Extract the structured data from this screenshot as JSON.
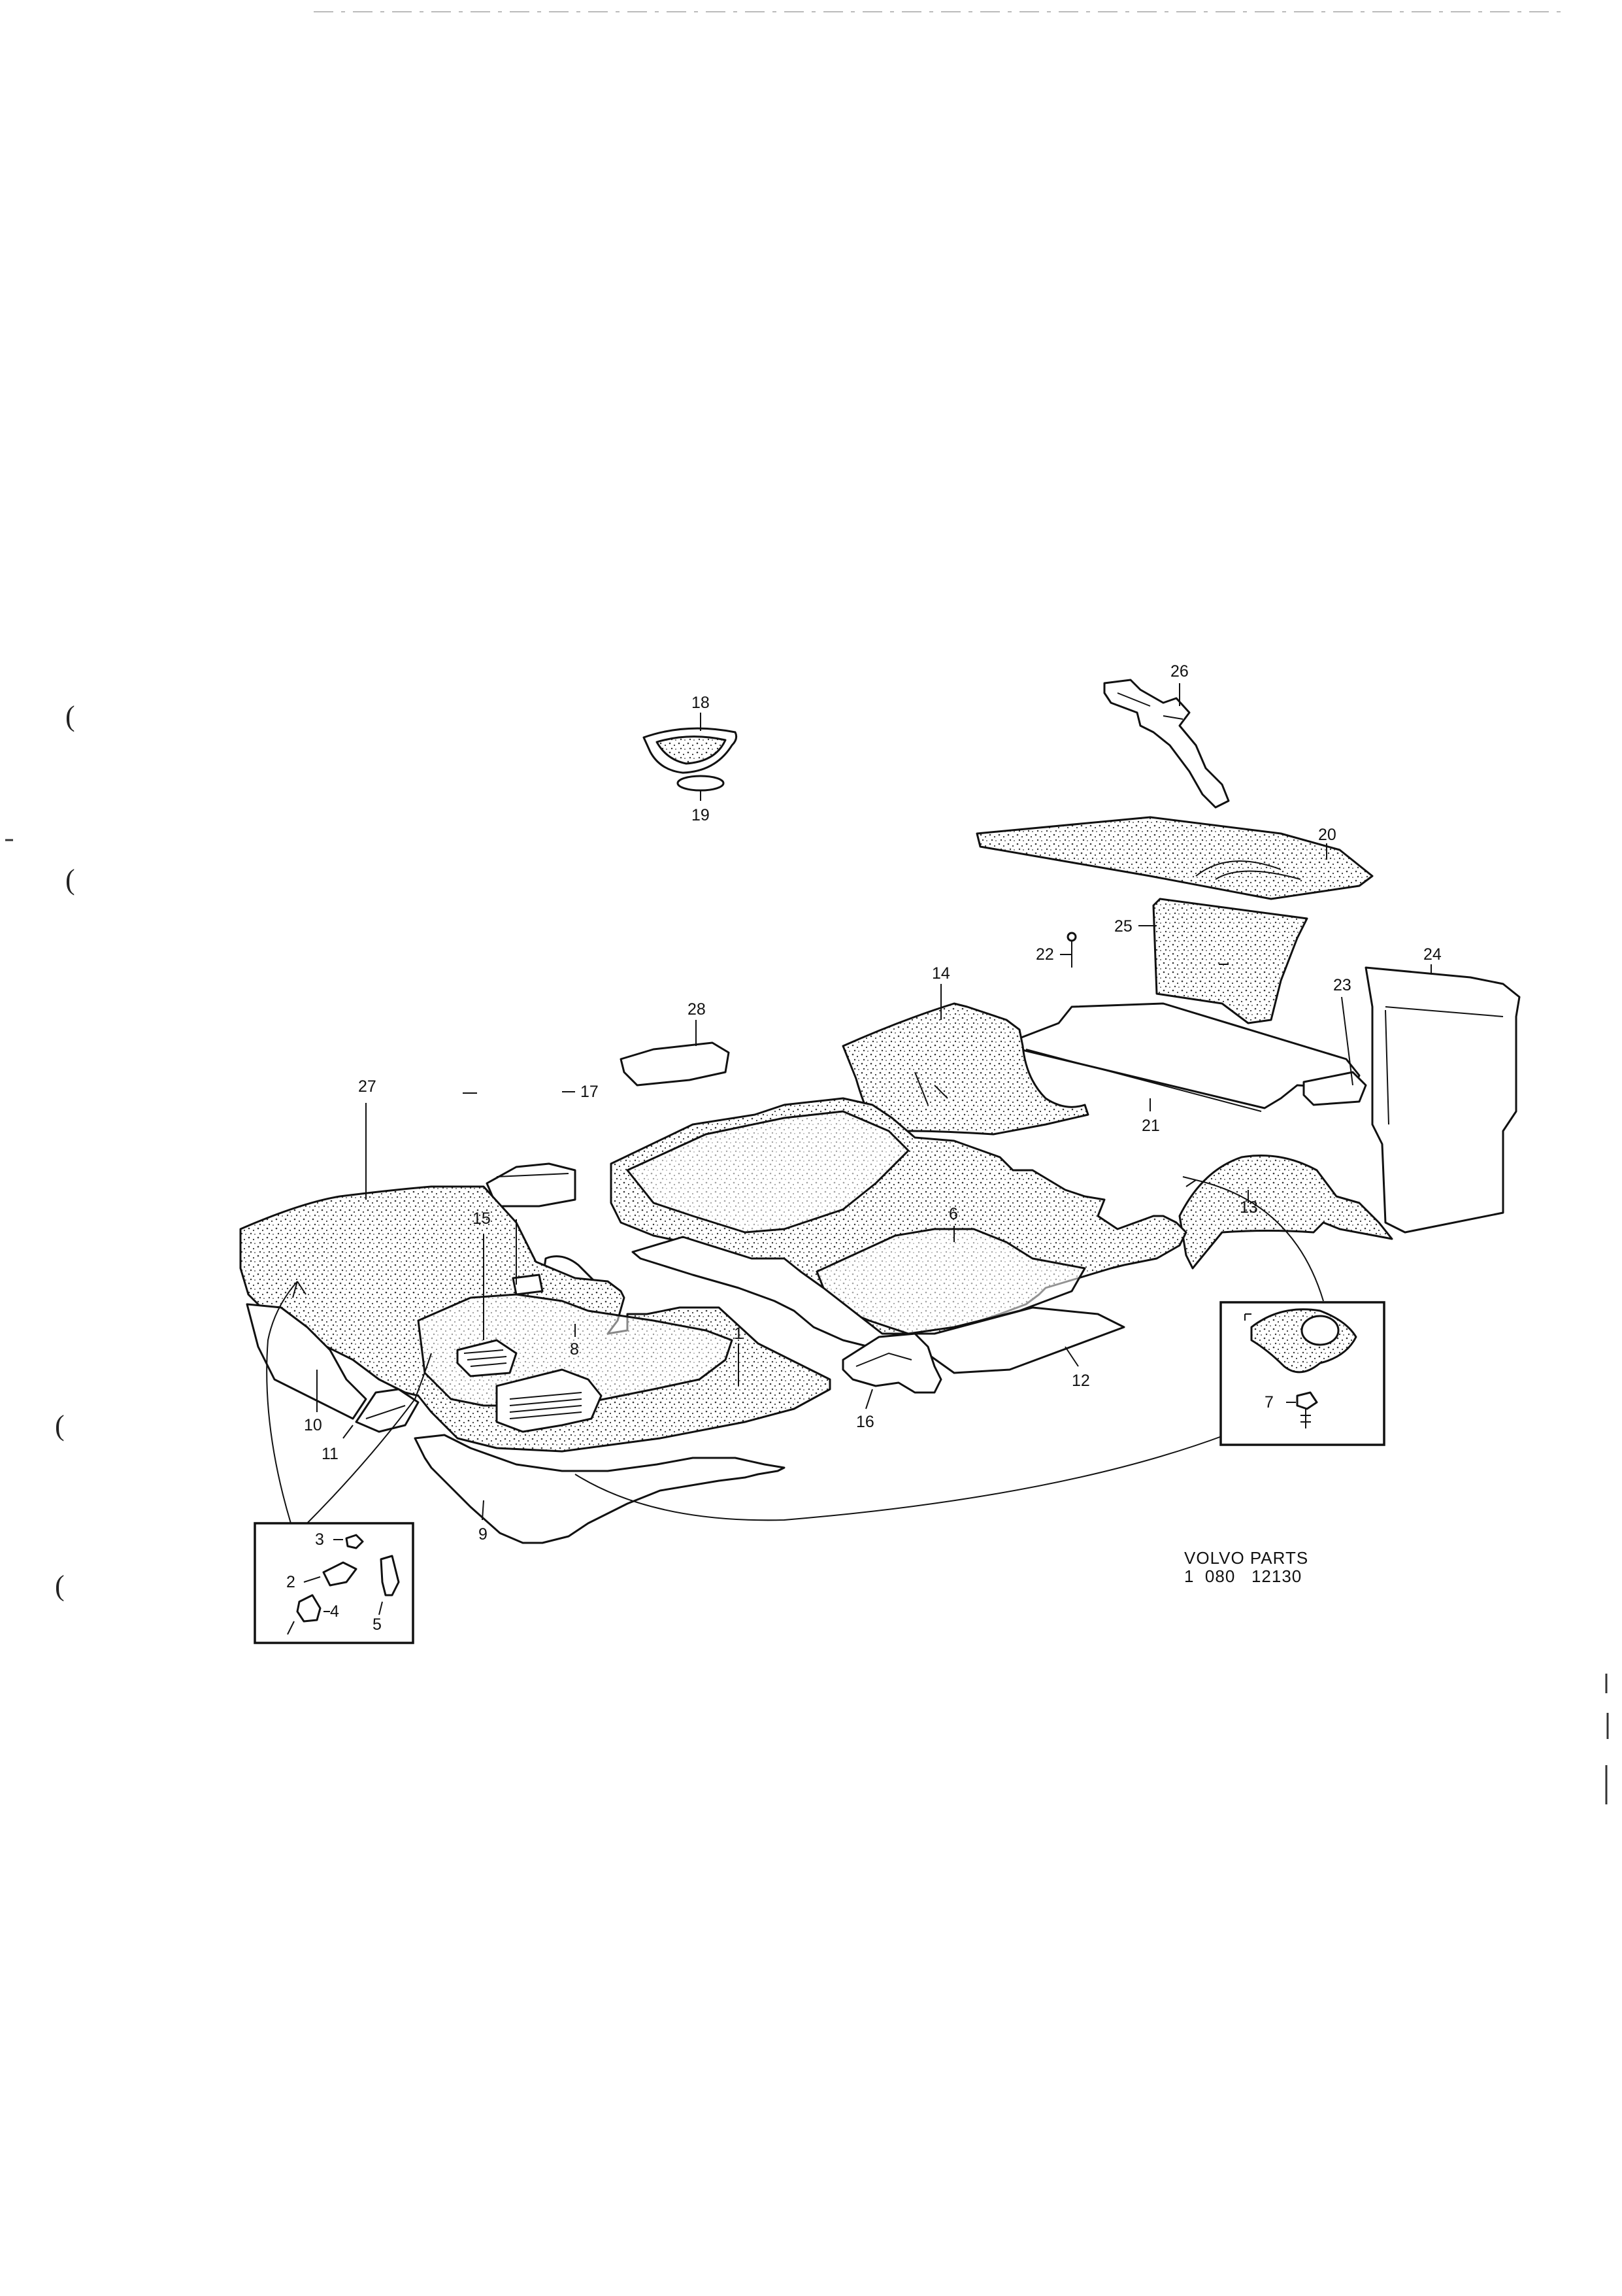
{
  "callouts": {
    "c1": "1",
    "c2": "2",
    "c3": "3",
    "c4": "4",
    "c5": "5",
    "c6": "6",
    "c7": "7",
    "c8": "8",
    "c9": "9",
    "c10": "10",
    "c11": "11",
    "c12": "12",
    "c13": "13",
    "c14": "14",
    "c15": "15",
    "c16": "16",
    "c17": "17",
    "c18": "18",
    "c19": "19",
    "c20": "20",
    "c21": "21",
    "c22": "22",
    "c23": "23",
    "c24": "24",
    "c25": "25",
    "c26": "26",
    "c27": "27",
    "c28": "28"
  },
  "caption": {
    "line1": "VOLVO PARTS",
    "line2": "1  080   12130"
  },
  "margin_marks": [
    "(",
    "(",
    "(",
    "("
  ]
}
